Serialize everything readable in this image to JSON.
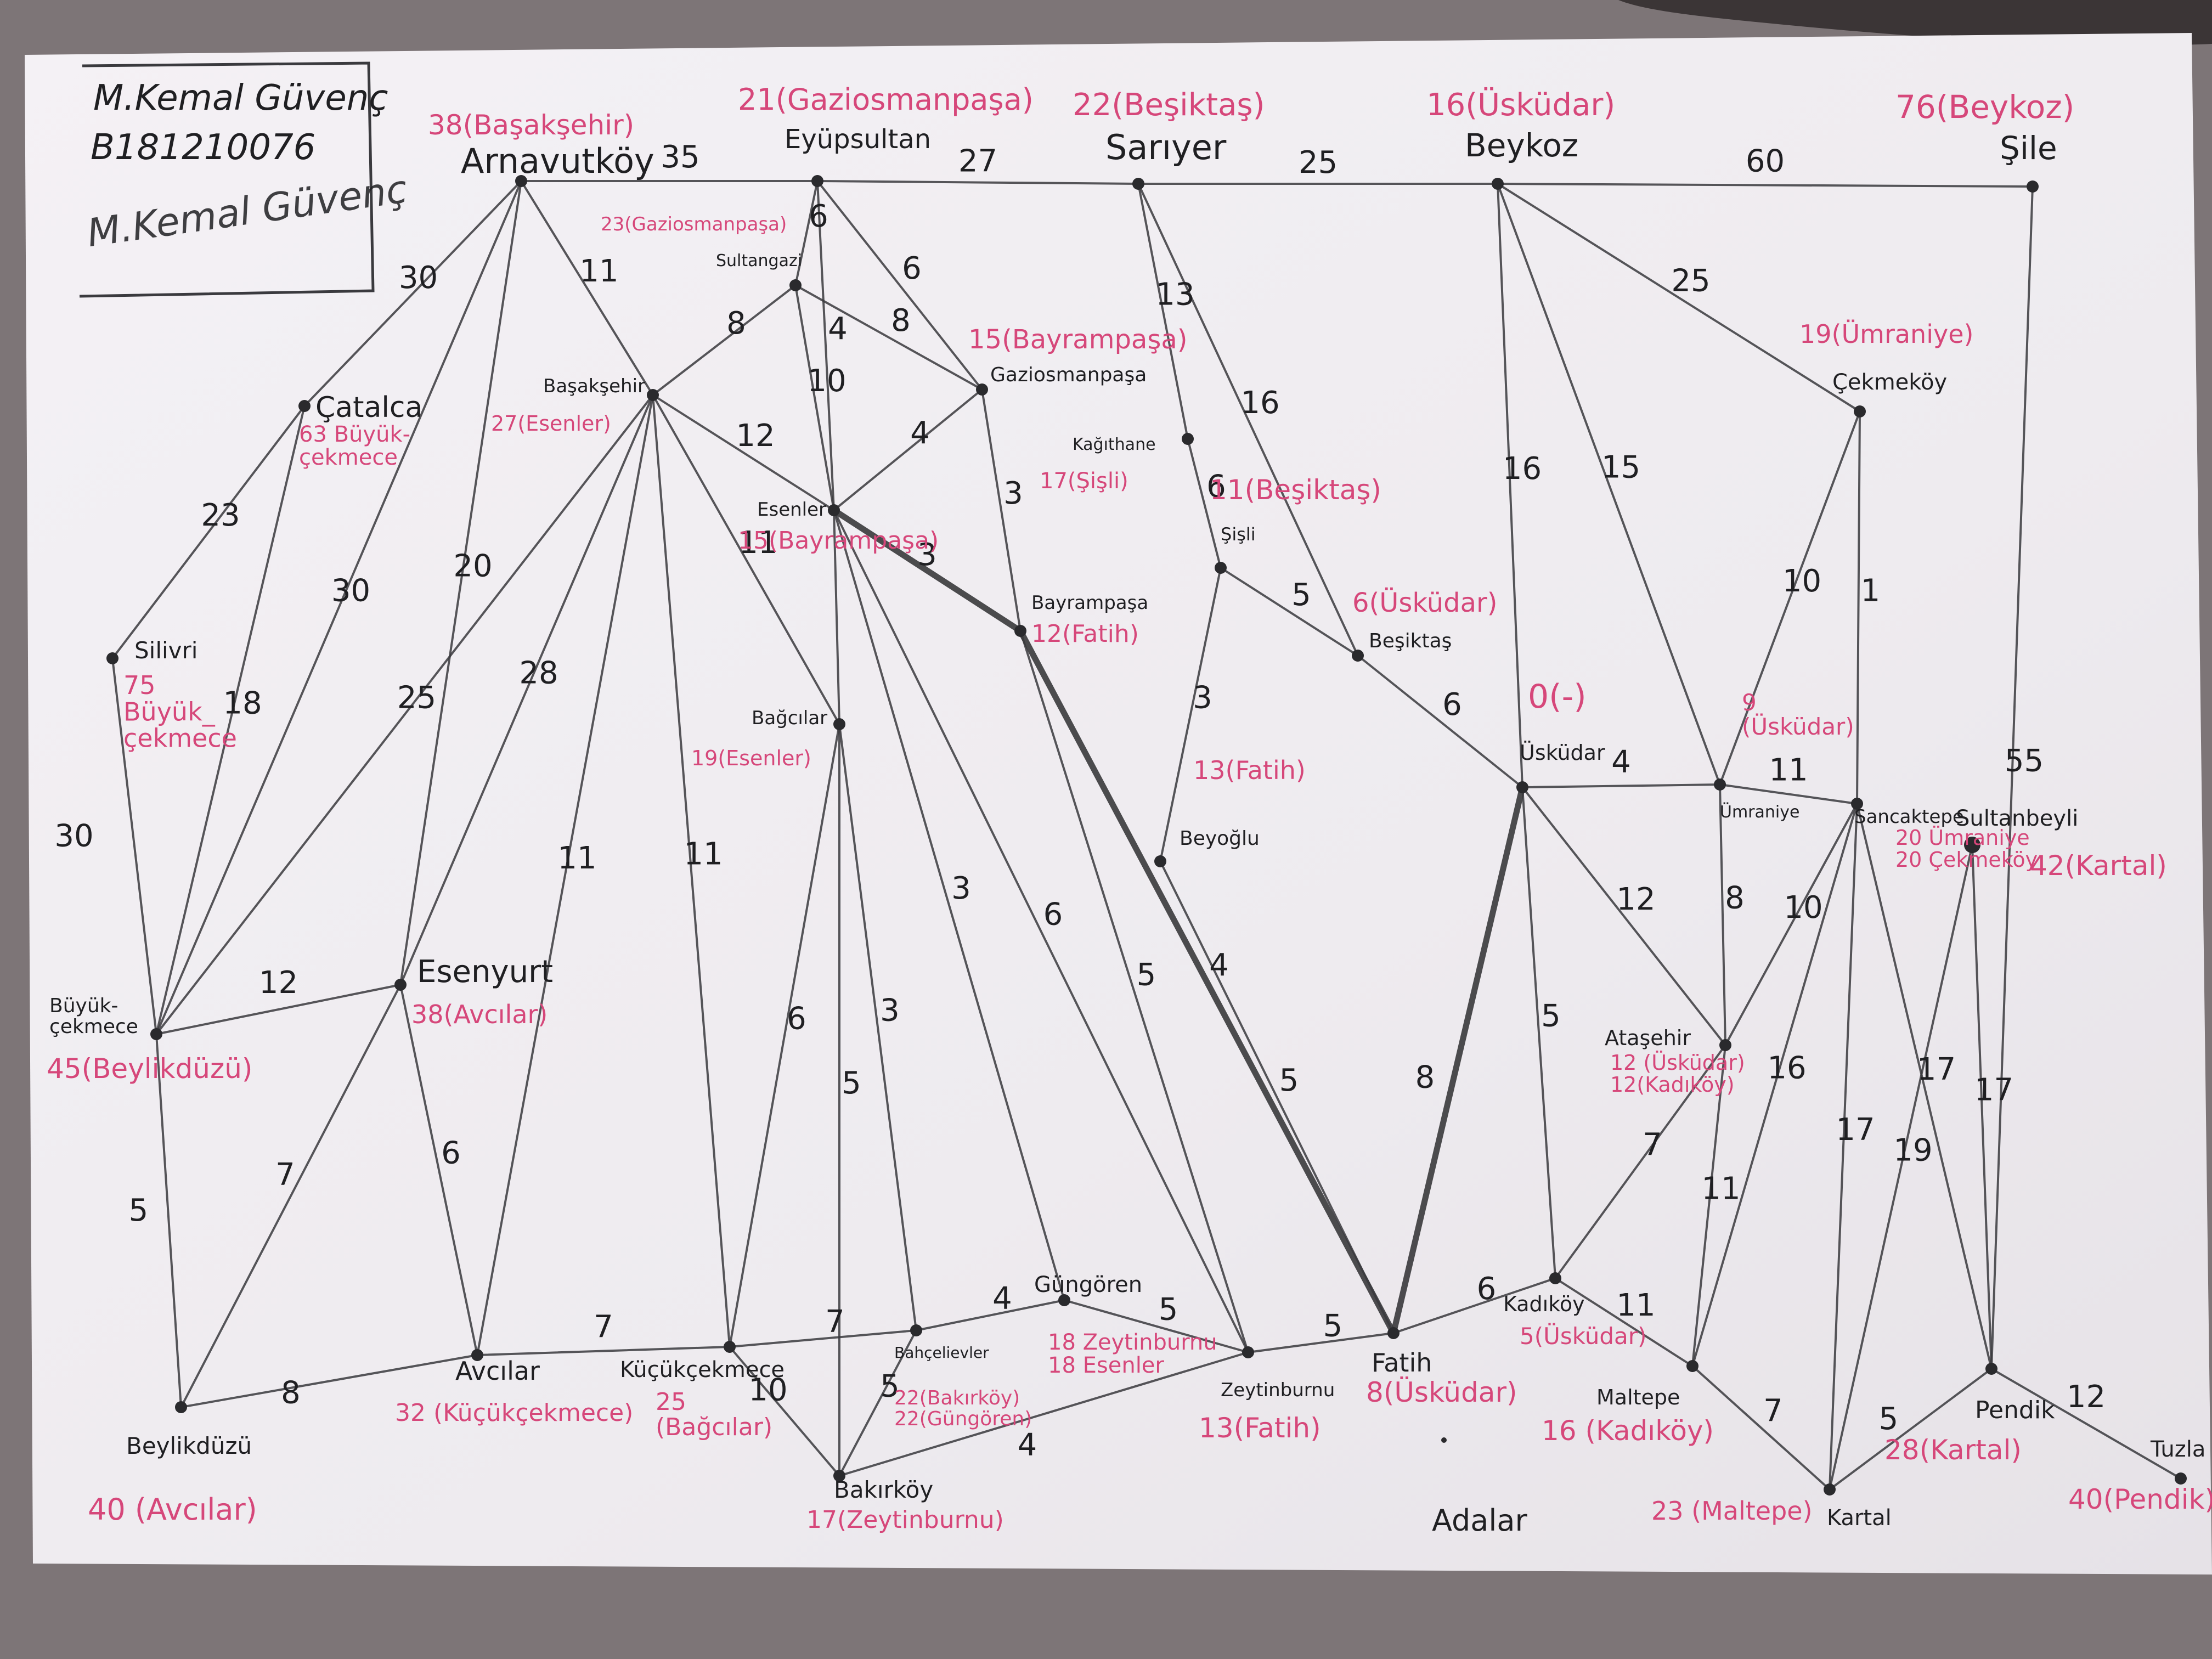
{
  "author": {
    "name": "M.Kemal Güvenç",
    "student_id": "B181210076",
    "signature_text": "M.Kemal Güvenç"
  },
  "colors": {
    "paper": "#f1eef2",
    "ink": "#1f1f22",
    "edge": "#3a3a3e",
    "pink": "#d6477a",
    "background": "#7d7577"
  },
  "nodes": [
    {
      "id": "arnavutkoy",
      "label": "Arnavutköy",
      "note": "38(Başakşehir)"
    },
    {
      "id": "eyupsultan",
      "label": "Eyüpsultan",
      "note": "21(Gaziosmanpaşa)"
    },
    {
      "id": "sariyer",
      "label": "Sarıyer",
      "note": "22(Beşiktaş)"
    },
    {
      "id": "beykoz",
      "label": "Beykoz",
      "note": "16(Üsküdar)"
    },
    {
      "id": "sile",
      "label": "Şile",
      "note": "76(Beykoz)"
    },
    {
      "id": "catalca",
      "label": "Çatalca",
      "note": "63 Büyük-\nçekmece"
    },
    {
      "id": "silivri",
      "label": "Silivri",
      "note": "75\nBüyük_\nçekmece"
    },
    {
      "id": "buyukcekmece",
      "label": "Büyük-\nçekmece",
      "note": "45(Beylikdüzü)"
    },
    {
      "id": "beylikduzu",
      "label": "Beylikdüzü",
      "note": "40 (Avcılar)"
    },
    {
      "id": "esenyurt",
      "label": "Esenyurt",
      "note": "38(Avcılar)"
    },
    {
      "id": "avcilar",
      "label": "Avcılar",
      "note": "32 (Küçükçekmece)"
    },
    {
      "id": "basaksehir",
      "label": "Başakşehir",
      "note": "27(Esenler)"
    },
    {
      "id": "sultangazi",
      "label": "Sultangazi",
      "note": "23(Gaziosmanpaşa)"
    },
    {
      "id": "gaziosmanpasa",
      "label": "Gaziosmanpaşa",
      "note": "15(Bayrampaşa)"
    },
    {
      "id": "esenler",
      "label": "Esenler",
      "note": "15(Bayrampaşa)"
    },
    {
      "id": "bagcilar",
      "label": "Bağcılar",
      "note": "19(Esenler)"
    },
    {
      "id": "bayrampasa",
      "label": "Bayrampaşa",
      "note": "12(Fatih)"
    },
    {
      "id": "kucukcekmece",
      "label": "Küçükçekmece",
      "note": "25\n(Bağcılar)"
    },
    {
      "id": "bahcelievler",
      "label": "Bahçelievler",
      "note": "22(Bakırköy)\n22(Güngören)"
    },
    {
      "id": "gungoren",
      "label": "Güngören",
      "note": "18 Zeytinburnu\n18 Esenler"
    },
    {
      "id": "bakirkoy",
      "label": "Bakırköy",
      "note": "17(Zeytinburnu)"
    },
    {
      "id": "zeytinburnu",
      "label": "Zeytinburnu",
      "note": "13(Fatih)"
    },
    {
      "id": "kagithane",
      "label": "Kağıthane",
      "note": "17(Şişli)"
    },
    {
      "id": "sisli",
      "label": "Şişli",
      "note": "11(Beşiktaş)"
    },
    {
      "id": "besiktas",
      "label": "Beşiktaş",
      "note": "6(Üsküdar)"
    },
    {
      "id": "beyoglu",
      "label": "Beyoğlu",
      "note": "13(Fatih)"
    },
    {
      "id": "fatih",
      "label": "Fatih",
      "note": "8(Üsküdar)"
    },
    {
      "id": "uskudar",
      "label": "Üsküdar",
      "note": "0(-)"
    },
    {
      "id": "kadikoy",
      "label": "Kadıköy",
      "note": "5(Üsküdar)"
    },
    {
      "id": "umraniye",
      "label": "Ümraniye",
      "note": "9\n(Üsküdar)"
    },
    {
      "id": "cekmekoy",
      "label": "Çekmeköy",
      "note": "19(Ümraniye)"
    },
    {
      "id": "atasehir",
      "label": "Ataşehir",
      "note": "12 (Üsküdar)\n12(Kadıköy)"
    },
    {
      "id": "sancaktepe",
      "label": "Sancaktepe",
      "note": "20 Ümraniye\n20 Çekmeköy"
    },
    {
      "id": "sultanbeyli",
      "label": "Sultanbeyli",
      "note": "42(Kartal)"
    },
    {
      "id": "maltepe",
      "label": "Maltepe",
      "note": "16 (Kadıköy)"
    },
    {
      "id": "kartal",
      "label": "Kartal",
      "note": "23 (Maltepe)"
    },
    {
      "id": "pendik",
      "label": "Pendik",
      "note": "28(Kartal)"
    },
    {
      "id": "tuzla",
      "label": "Tuzla",
      "note": "40(Pendik)"
    },
    {
      "id": "adalar",
      "label": "Adalar",
      "note": ""
    }
  ],
  "edges": [
    {
      "from": "arnavutkoy",
      "to": "eyupsultan",
      "weight": "35"
    },
    {
      "from": "eyupsultan",
      "to": "sariyer",
      "weight": "27"
    },
    {
      "from": "sariyer",
      "to": "beykoz",
      "weight": "25"
    },
    {
      "from": "beykoz",
      "to": "sile",
      "weight": "60"
    },
    {
      "from": "arnavutkoy",
      "to": "catalca",
      "weight": "30"
    },
    {
      "from": "arnavutkoy",
      "to": "basaksehir",
      "weight": "11"
    },
    {
      "from": "arnavutkoy",
      "to": "buyukcekmece",
      "weight": "30"
    },
    {
      "from": "arnavutkoy",
      "to": "esenyurt",
      "weight": "20"
    },
    {
      "from": "catalca",
      "to": "silivri",
      "weight": "23"
    },
    {
      "from": "catalca",
      "to": "buyukcekmece",
      "weight": "18"
    },
    {
      "from": "silivri",
      "to": "buyukcekmece",
      "weight": "30"
    },
    {
      "from": "buyukcekmece",
      "to": "esenyurt",
      "weight": "12"
    },
    {
      "from": "buyukcekmece",
      "to": "beylikduzu",
      "weight": "5"
    },
    {
      "from": "buyukcekmece",
      "to": "basaksehir",
      "weight": "25"
    },
    {
      "from": "esenyurt",
      "to": "beylikduzu",
      "weight": "7"
    },
    {
      "from": "esenyurt",
      "to": "avcilar",
      "weight": "6"
    },
    {
      "from": "esenyurt",
      "to": "basaksehir",
      "weight": "28"
    },
    {
      "from": "beylikduzu",
      "to": "avcilar",
      "weight": "8"
    },
    {
      "from": "avcilar",
      "to": "kucukcekmece",
      "weight": "7"
    },
    {
      "from": "basaksehir",
      "to": "avcilar",
      "weight": "11"
    },
    {
      "from": "basaksehir",
      "to": "kucukcekmece",
      "weight": "11"
    },
    {
      "from": "basaksehir",
      "to": "sultangazi",
      "weight": "8"
    },
    {
      "from": "basaksehir",
      "to": "esenler",
      "weight": "12"
    },
    {
      "from": "basaksehir",
      "to": "bagcilar",
      "weight": "11"
    },
    {
      "from": "eyupsultan",
      "to": "sultangazi",
      "weight": "6"
    },
    {
      "from": "eyupsultan",
      "to": "gaziosmanpasa",
      "weight": "6"
    },
    {
      "from": "eyupsultan",
      "to": "esenler",
      "weight": "4"
    },
    {
      "from": "sultangazi",
      "to": "gaziosmanpasa",
      "weight": "8"
    },
    {
      "from": "sultangazi",
      "to": "esenler",
      "weight": "10"
    },
    {
      "from": "esenler",
      "to": "gaziosmanpasa",
      "weight": "4"
    },
    {
      "from": "gaziosmanpasa",
      "to": "bayrampasa",
      "weight": "3"
    },
    {
      "from": "esenler",
      "to": "bayrampasa",
      "weight": "3",
      "bold": true
    },
    {
      "from": "esenler",
      "to": "bagcilar",
      "weight": ""
    },
    {
      "from": "esenler",
      "to": "gungoren",
      "weight": "3"
    },
    {
      "from": "esenler",
      "to": "zeytinburnu",
      "weight": "6"
    },
    {
      "from": "bagcilar",
      "to": "kucukcekmece",
      "weight": "6"
    },
    {
      "from": "bagcilar",
      "to": "bahcelievler",
      "weight": "3"
    },
    {
      "from": "bagcilar",
      "to": "bakirkoy",
      "weight": "5"
    },
    {
      "from": "kucukcekmece",
      "to": "bahcelievler",
      "weight": "7"
    },
    {
      "from": "kucukcekmece",
      "to": "bakirkoy",
      "weight": "10"
    },
    {
      "from": "bahcelievler",
      "to": "gungoren",
      "weight": "4"
    },
    {
      "from": "bahcelievler",
      "to": "bakirkoy",
      "weight": "5"
    },
    {
      "from": "gungoren",
      "to": "zeytinburnu",
      "weight": "5"
    },
    {
      "from": "bakirkoy",
      "to": "zeytinburnu",
      "weight": "4"
    },
    {
      "from": "bayrampasa",
      "to": "zeytinburnu",
      "weight": "5"
    },
    {
      "from": "bayrampasa",
      "to": "fatih",
      "weight": "4",
      "bold": true
    },
    {
      "from": "zeytinburnu",
      "to": "fatih",
      "weight": "5"
    },
    {
      "from": "beyoglu",
      "to": "fatih",
      "weight": "5"
    },
    {
      "from": "sariyer",
      "to": "kagithane",
      "weight": "13"
    },
    {
      "from": "sariyer",
      "to": "besiktas",
      "weight": "16"
    },
    {
      "from": "kagithane",
      "to": "sisli",
      "weight": "6"
    },
    {
      "from": "sisli",
      "to": "besiktas",
      "weight": "5"
    },
    {
      "from": "sisli",
      "to": "beyoglu",
      "weight": "3"
    },
    {
      "from": "besiktas",
      "to": "uskudar",
      "weight": "6"
    },
    {
      "from": "fatih",
      "to": "uskudar",
      "weight": "8",
      "bold": true
    },
    {
      "from": "fatih",
      "to": "kadikoy",
      "weight": "6"
    },
    {
      "from": "uskudar",
      "to": "kadikoy",
      "weight": "5"
    },
    {
      "from": "uskudar",
      "to": "umraniye",
      "weight": "4"
    },
    {
      "from": "uskudar",
      "to": "atasehir",
      "weight": "12"
    },
    {
      "from": "beykoz",
      "to": "uskudar",
      "weight": "16"
    },
    {
      "from": "beykoz",
      "to": "umraniye",
      "weight": "15"
    },
    {
      "from": "beykoz",
      "to": "cekmekoy",
      "weight": "25"
    },
    {
      "from": "sile",
      "to": "pendik",
      "weight": "55"
    },
    {
      "from": "cekmekoy",
      "to": "umraniye",
      "weight": "10"
    },
    {
      "from": "cekmekoy",
      "to": "sancaktepe",
      "weight": "1"
    },
    {
      "from": "umraniye",
      "to": "sancaktepe",
      "weight": "11"
    },
    {
      "from": "umraniye",
      "to": "atasehir",
      "weight": "8"
    },
    {
      "from": "atasehir",
      "to": "sancaktepe",
      "weight": "10"
    },
    {
      "from": "atasehir",
      "to": "kadikoy",
      "weight": "7"
    },
    {
      "from": "atasehir",
      "to": "maltepe",
      "weight": "11"
    },
    {
      "from": "sancaktepe",
      "to": "maltepe",
      "weight": "16"
    },
    {
      "from": "sancaktepe",
      "to": "kartal",
      "weight": "17"
    },
    {
      "from": "sancaktepe",
      "to": "pendik",
      "weight": "17"
    },
    {
      "from": "sultanbeyli",
      "to": "pendik",
      "weight": "17"
    },
    {
      "from": "sultanbeyli",
      "to": "kartal",
      "weight": "19"
    },
    {
      "from": "kadikoy",
      "to": "maltepe",
      "weight": "11"
    },
    {
      "from": "maltepe",
      "to": "kartal",
      "weight": "7"
    },
    {
      "from": "kartal",
      "to": "pendik",
      "weight": "5"
    },
    {
      "from": "pendik",
      "to": "tuzla",
      "weight": "12"
    }
  ]
}
